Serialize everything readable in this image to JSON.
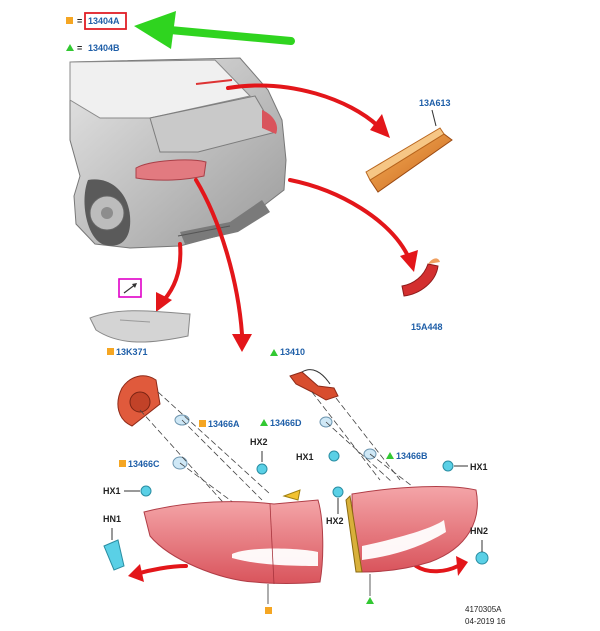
{
  "legend": {
    "square_symbol": "=",
    "square_part": "13404A",
    "triangle_symbol": "=",
    "triangle_part": "13404B"
  },
  "parts": {
    "high_mount_lamp": "13A613",
    "reflector": "15A448",
    "lamp_housing": "13K371",
    "bulb_a": "13466A",
    "bulb_c": "13466C",
    "harness": "13410",
    "bulb_d": "13466D",
    "bulb_b": "13466B",
    "hx1_left": "HX1",
    "hx2_left": "HX2",
    "hn1": "HN1",
    "hx1_mid": "HX1",
    "hx2_mid": "HX2",
    "hx1_right": "HX1",
    "hn2": "HN2"
  },
  "footer": {
    "code": "4170305A",
    "date": "04-2019 16"
  },
  "colors": {
    "arrow_red": "#e3161a",
    "arrow_green": "#2fd41f",
    "legend_orange": "#f5a623",
    "legend_green": "#32c832",
    "label_blue": "#1f5fa8",
    "highlight_box": "#e01f26",
    "magenta_box": "#e000c8"
  }
}
